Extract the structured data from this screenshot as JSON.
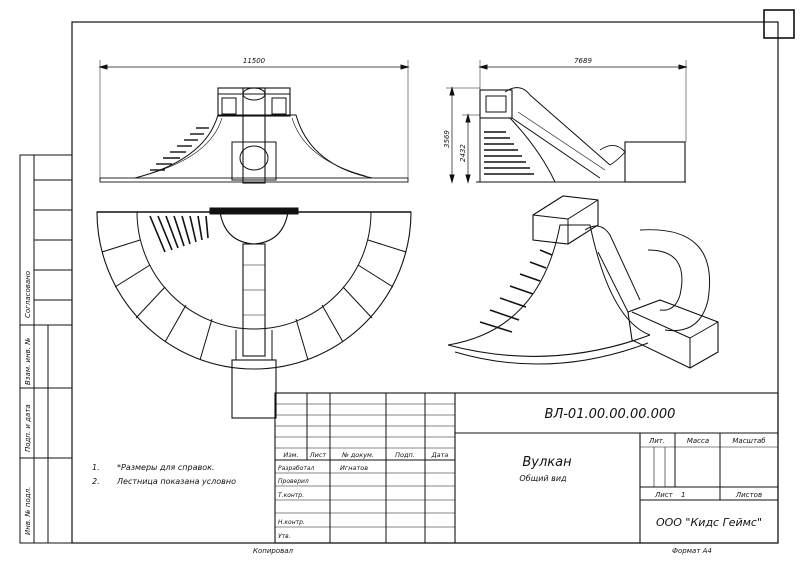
{
  "dimensions": {
    "front_width": "11500",
    "side_width": "7689",
    "side_height_total": "3569",
    "side_height_deck": "2432"
  },
  "notes": [
    {
      "num": "1.",
      "text": "*Размеры для справок."
    },
    {
      "num": "2.",
      "text": "Лестница показана условно"
    }
  ],
  "side_stamp": {
    "agreed": "Согласовано",
    "replaced_inv": "Взам. инв. №",
    "sign_date": "Подп. и дата",
    "inv_orig": "Инв. № подл."
  },
  "title_block": {
    "doc_number": "ВЛ-01.00.00.00.000",
    "product_name": "Вулкан",
    "doc_type": "Общий вид",
    "company": "ООО \"Кидс Геймс\"",
    "col_izm": "Изм.",
    "col_list": "Лист",
    "col_doc": "№ докум.",
    "col_sign": "Подп.",
    "col_date": "Дата",
    "role_developer": "Разработал",
    "developer_name": "Игнатов",
    "role_checker": "Проверил",
    "role_tcontrol": "Т.контр.",
    "role_ncontrol": "Н.контр.",
    "role_approved": "Утв.",
    "lit": "Лит.",
    "mass": "Масса",
    "scale": "Масштаб",
    "sheet": "Лист",
    "sheet_num": "1",
    "sheets": "Листов"
  },
  "footer": {
    "copied": "Копировал",
    "format": "Формат А4"
  }
}
